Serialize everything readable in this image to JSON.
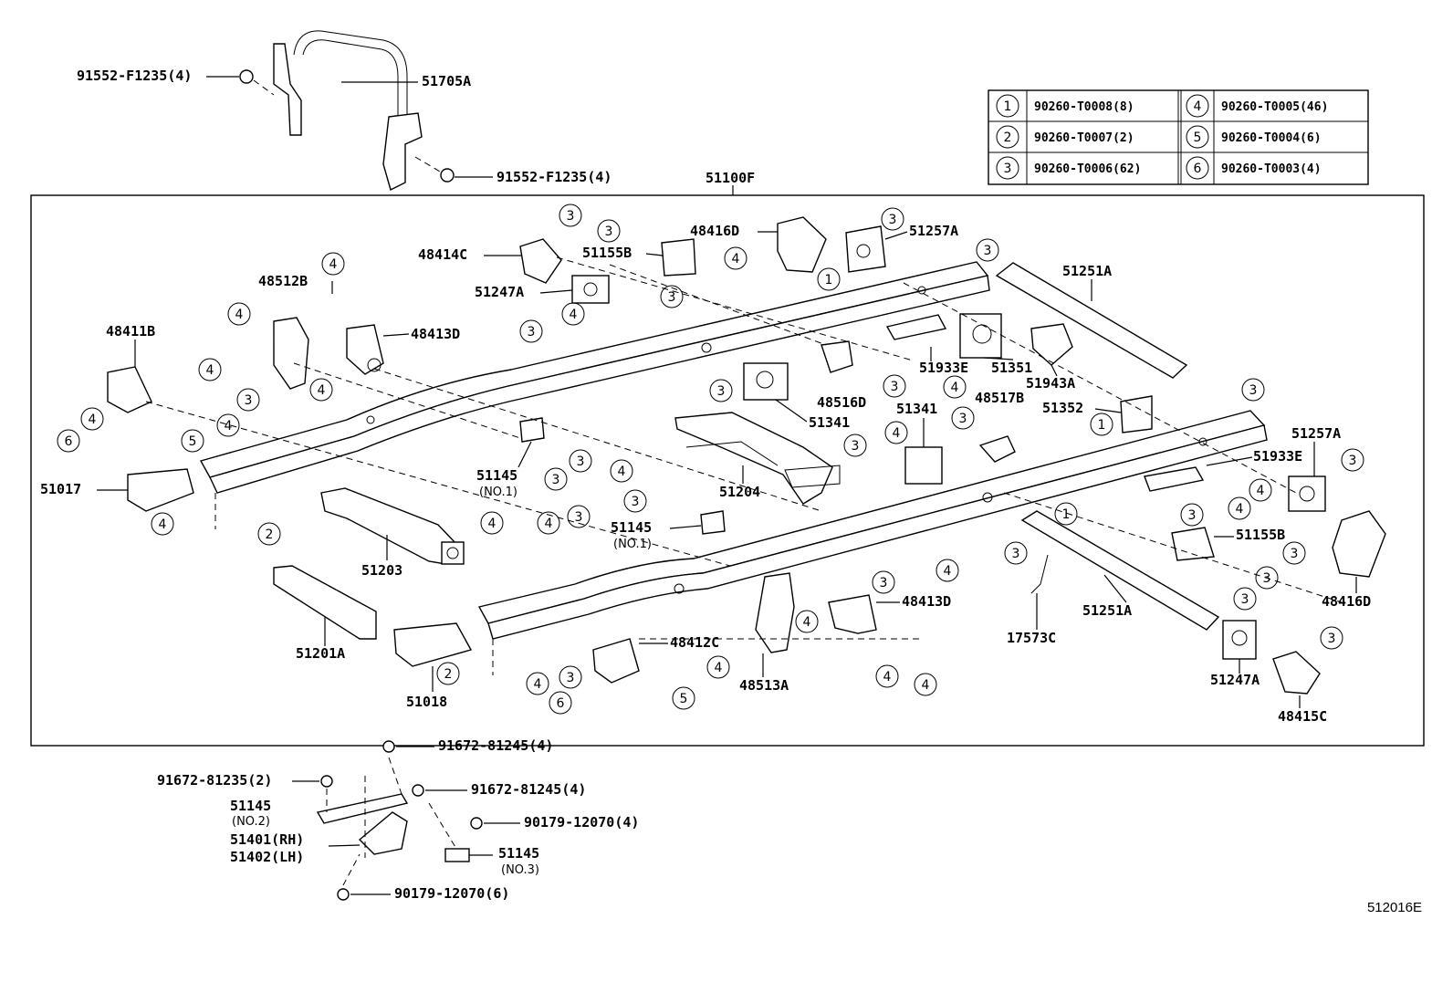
{
  "frame_assembly_label": "51100F",
  "drawing_id": "512016E",
  "legend": [
    {
      "num": "1",
      "part": "90260-T0008(8)"
    },
    {
      "num": "2",
      "part": "90260-T0007(2)"
    },
    {
      "num": "3",
      "part": "90260-T0006(62)"
    },
    {
      "num": "4",
      "part": "90260-T0005(46)"
    },
    {
      "num": "5",
      "part": "90260-T0004(6)"
    },
    {
      "num": "6",
      "part": "90260-T0003(4)"
    }
  ],
  "labels": {
    "p91552_top": "91552-F1235(4)",
    "p51705A": "51705A",
    "p91552_mid": "91552-F1235(4)",
    "p48416D_top": "48416D",
    "p51257A_top": "51257A",
    "p48414C": "48414C",
    "p51155B_top": "51155B",
    "p51247A_top": "51247A",
    "p48512B": "48512B",
    "p48413D_top": "48413D",
    "p48411B": "48411B",
    "p51251A_top": "51251A",
    "p51933E_top": "51933E",
    "p51351": "51351",
    "p51943A": "51943A",
    "p48516D": "48516D",
    "p51341_mid": "51341",
    "p48517B": "48517B",
    "p51341_right": "51341",
    "p51352": "51352",
    "p51257A_right": "51257A",
    "p51933E_right": "51933E",
    "p51017": "51017",
    "p51145_no1_left": "51145",
    "p51145_no1_left_sub": "(NO.1)",
    "p51204": "51204",
    "p51145_no1_mid": "51145",
    "p51145_no1_mid_sub": "(NO.1)",
    "p51155B_right": "51155B",
    "p51203": "51203",
    "p48413D_bottom": "48413D",
    "p51251A_bottom": "51251A",
    "p48416D_right": "48416D",
    "p17573C": "17573C",
    "p51201A": "51201A",
    "p48412C": "48412C",
    "p48513A": "48513A",
    "p51247A_bottom": "51247A",
    "p48415C": "48415C",
    "p51018": "51018",
    "p91672_81245_a": "91672-81245(4)",
    "p91672_81235": "91672-81235(2)",
    "p91672_81245_b": "91672-81245(4)",
    "p51145_no2": "51145",
    "p51145_no2_sub": "(NO.2)",
    "p90179_a": "90179-12070(4)",
    "p51401": "51401(RH)",
    "p51402": "51402(LH)",
    "p51145_no3": "51145",
    "p51145_no3_sub": "(NO.3)",
    "p90179_b": "90179-12070(6)"
  },
  "callouts": {
    "c1": "3",
    "c2": "3",
    "c3": "3",
    "c4": "1",
    "c5": "3",
    "c6": "3",
    "c7": "4",
    "c8": "4",
    "c9": "4",
    "c10": "3",
    "c11": "4",
    "c12": "4",
    "c13": "4",
    "c14": "3",
    "c15": "4",
    "c16": "6",
    "c17": "5",
    "c18": "3",
    "c19": "3",
    "c20": "4",
    "c21": "3",
    "c22": "3",
    "c23": "4",
    "c24": "4",
    "c25": "1",
    "c26": "3",
    "c27": "3",
    "c28": "4",
    "c29": "4",
    "c30": "4",
    "c31": "3",
    "c32": "2",
    "c33": "3",
    "c34": "4",
    "c35": "4",
    "c36": "3",
    "c37": "3",
    "c38": "4",
    "c39": "3",
    "c40": "3",
    "c41": "4",
    "c42": "4",
    "c43": "3",
    "c44": "3",
    "c45": "3",
    "c46": "4",
    "c47": "2",
    "c48": "4",
    "c49": "3",
    "c50": "4",
    "c51": "6",
    "c52": "5",
    "c53": "4",
    "c54": "4",
    "c55": "3",
    "c56": "3"
  }
}
